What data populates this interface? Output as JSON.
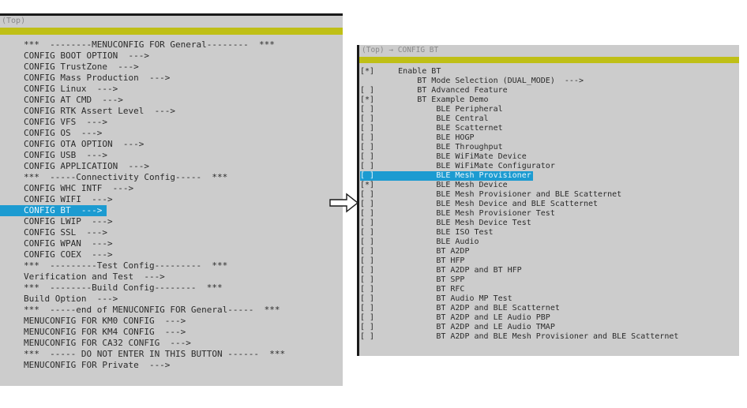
{
  "left_panel": {
    "name": "general-menuconfig",
    "title": "(Top)",
    "accent_color": "#bfbf16",
    "highlight_color": "#1c9bd1",
    "background_color": "#cccccc",
    "selected_index": 15,
    "rows": [
      "***  --------MENUCONFIG FOR General--------  ***",
      "CONFIG BOOT OPTION  --->",
      "CONFIG TrustZone  --->",
      "CONFIG Mass Production  --->",
      "CONFIG Linux  --->",
      "CONFIG AT CMD  --->",
      "CONFIG RTK Assert Level  --->",
      "CONFIG VFS  --->",
      "CONFIG OS  --->",
      "CONFIG OTA OPTION  --->",
      "CONFIG USB  --->",
      "CONFIG APPLICATION  --->",
      "***  -----Connectivity Config-----  ***",
      "CONFIG WHC INTF  --->",
      "CONFIG WIFI  --->",
      "CONFIG BT  --->",
      "CONFIG LWIP  --->",
      "CONFIG SSL  --->",
      "CONFIG WPAN  --->",
      "CONFIG COEX  --->",
      "***  ---------Test Config---------  ***",
      "Verification and Test  --->",
      "***  --------Build Config--------  ***",
      "Build Option  --->",
      "***  -----end of MENUCONFIG FOR General-----  ***",
      "MENUCONFIG FOR KM0 CONFIG  --->",
      "MENUCONFIG FOR KM4 CONFIG  --->",
      "MENUCONFIG FOR CA32 CONFIG  --->",
      "***  ----- DO NOT ENTER IN THIS BUTTON ------  ***",
      "MENUCONFIG FOR Private  --->"
    ]
  },
  "transition": {
    "arrow_icon": "right-arrow-icon",
    "direction": "right"
  },
  "right_panel": {
    "name": "config-bt-menuconfig",
    "title": "(Top) → CONFIG BT",
    "accent_color": "#bfbf16",
    "highlight_color": "#1c9bd1",
    "background_color": "#cccccc",
    "selected_index": 11,
    "rows": [
      {
        "marker": "[*]",
        "indent": 1,
        "label": "Enable BT"
      },
      {
        "marker": "",
        "indent": 2,
        "label": "BT Mode Selection (DUAL_MODE)  --->"
      },
      {
        "marker": "[ ]",
        "indent": 2,
        "label": "BT Advanced Feature"
      },
      {
        "marker": "[*]",
        "indent": 2,
        "label": "BT Example Demo"
      },
      {
        "marker": "[ ]",
        "indent": 3,
        "label": "BLE Peripheral"
      },
      {
        "marker": "[ ]",
        "indent": 3,
        "label": "BLE Central"
      },
      {
        "marker": "[ ]",
        "indent": 3,
        "label": "BLE Scatternet"
      },
      {
        "marker": "[ ]",
        "indent": 3,
        "label": "BLE HOGP"
      },
      {
        "marker": "[ ]",
        "indent": 3,
        "label": "BLE Throughput"
      },
      {
        "marker": "[ ]",
        "indent": 3,
        "label": "BLE WiFiMate Device"
      },
      {
        "marker": "[ ]",
        "indent": 3,
        "label": "BLE WiFiMate Configurator"
      },
      {
        "marker": "[ ]",
        "indent": 3,
        "label": "BLE Mesh Provisioner"
      },
      {
        "marker": "[*]",
        "indent": 3,
        "label": "BLE Mesh Device"
      },
      {
        "marker": "[ ]",
        "indent": 3,
        "label": "BLE Mesh Provisioner and BLE Scatternet"
      },
      {
        "marker": "[ ]",
        "indent": 3,
        "label": "BLE Mesh Device and BLE Scatternet"
      },
      {
        "marker": "[ ]",
        "indent": 3,
        "label": "BLE Mesh Provisioner Test"
      },
      {
        "marker": "[ ]",
        "indent": 3,
        "label": "BLE Mesh Device Test"
      },
      {
        "marker": "[ ]",
        "indent": 3,
        "label": "BLE ISO Test"
      },
      {
        "marker": "[ ]",
        "indent": 3,
        "label": "BLE Audio"
      },
      {
        "marker": "[ ]",
        "indent": 3,
        "label": "BT A2DP"
      },
      {
        "marker": "[ ]",
        "indent": 3,
        "label": "BT HFP"
      },
      {
        "marker": "[ ]",
        "indent": 3,
        "label": "BT A2DP and BT HFP"
      },
      {
        "marker": "[ ]",
        "indent": 3,
        "label": "BT SPP"
      },
      {
        "marker": "[ ]",
        "indent": 3,
        "label": "BT RFC"
      },
      {
        "marker": "[ ]",
        "indent": 3,
        "label": "BT Audio MP Test"
      },
      {
        "marker": "[ ]",
        "indent": 3,
        "label": "BT A2DP and BLE Scatternet"
      },
      {
        "marker": "[ ]",
        "indent": 3,
        "label": "BT A2DP and LE Audio PBP"
      },
      {
        "marker": "[ ]",
        "indent": 3,
        "label": "BT A2DP and LE Audio TMAP"
      },
      {
        "marker": "[ ]",
        "indent": 3,
        "label": "BT A2DP and BLE Mesh Provisioner and BLE Scatternet"
      }
    ]
  }
}
